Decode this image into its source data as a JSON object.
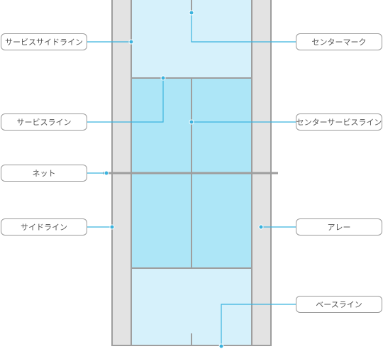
{
  "colors": {
    "alley": "#e3e3e3",
    "outer_court": "#d6f1fb",
    "service_box": "#ade6f7",
    "court_line": "#9e9e9e",
    "leader": "#3bb3de",
    "label_border": "#9a9a9a",
    "label_text": "#555555"
  },
  "labels": {
    "service_side_line": "サービスサイドライン",
    "service_line": "サービスライン",
    "net": "ネット",
    "side_line": "サイドライン",
    "center_mark": "センターマーク",
    "center_service_line": "センターサービスライン",
    "alley": "アレー",
    "baseline": "ベースライン"
  }
}
